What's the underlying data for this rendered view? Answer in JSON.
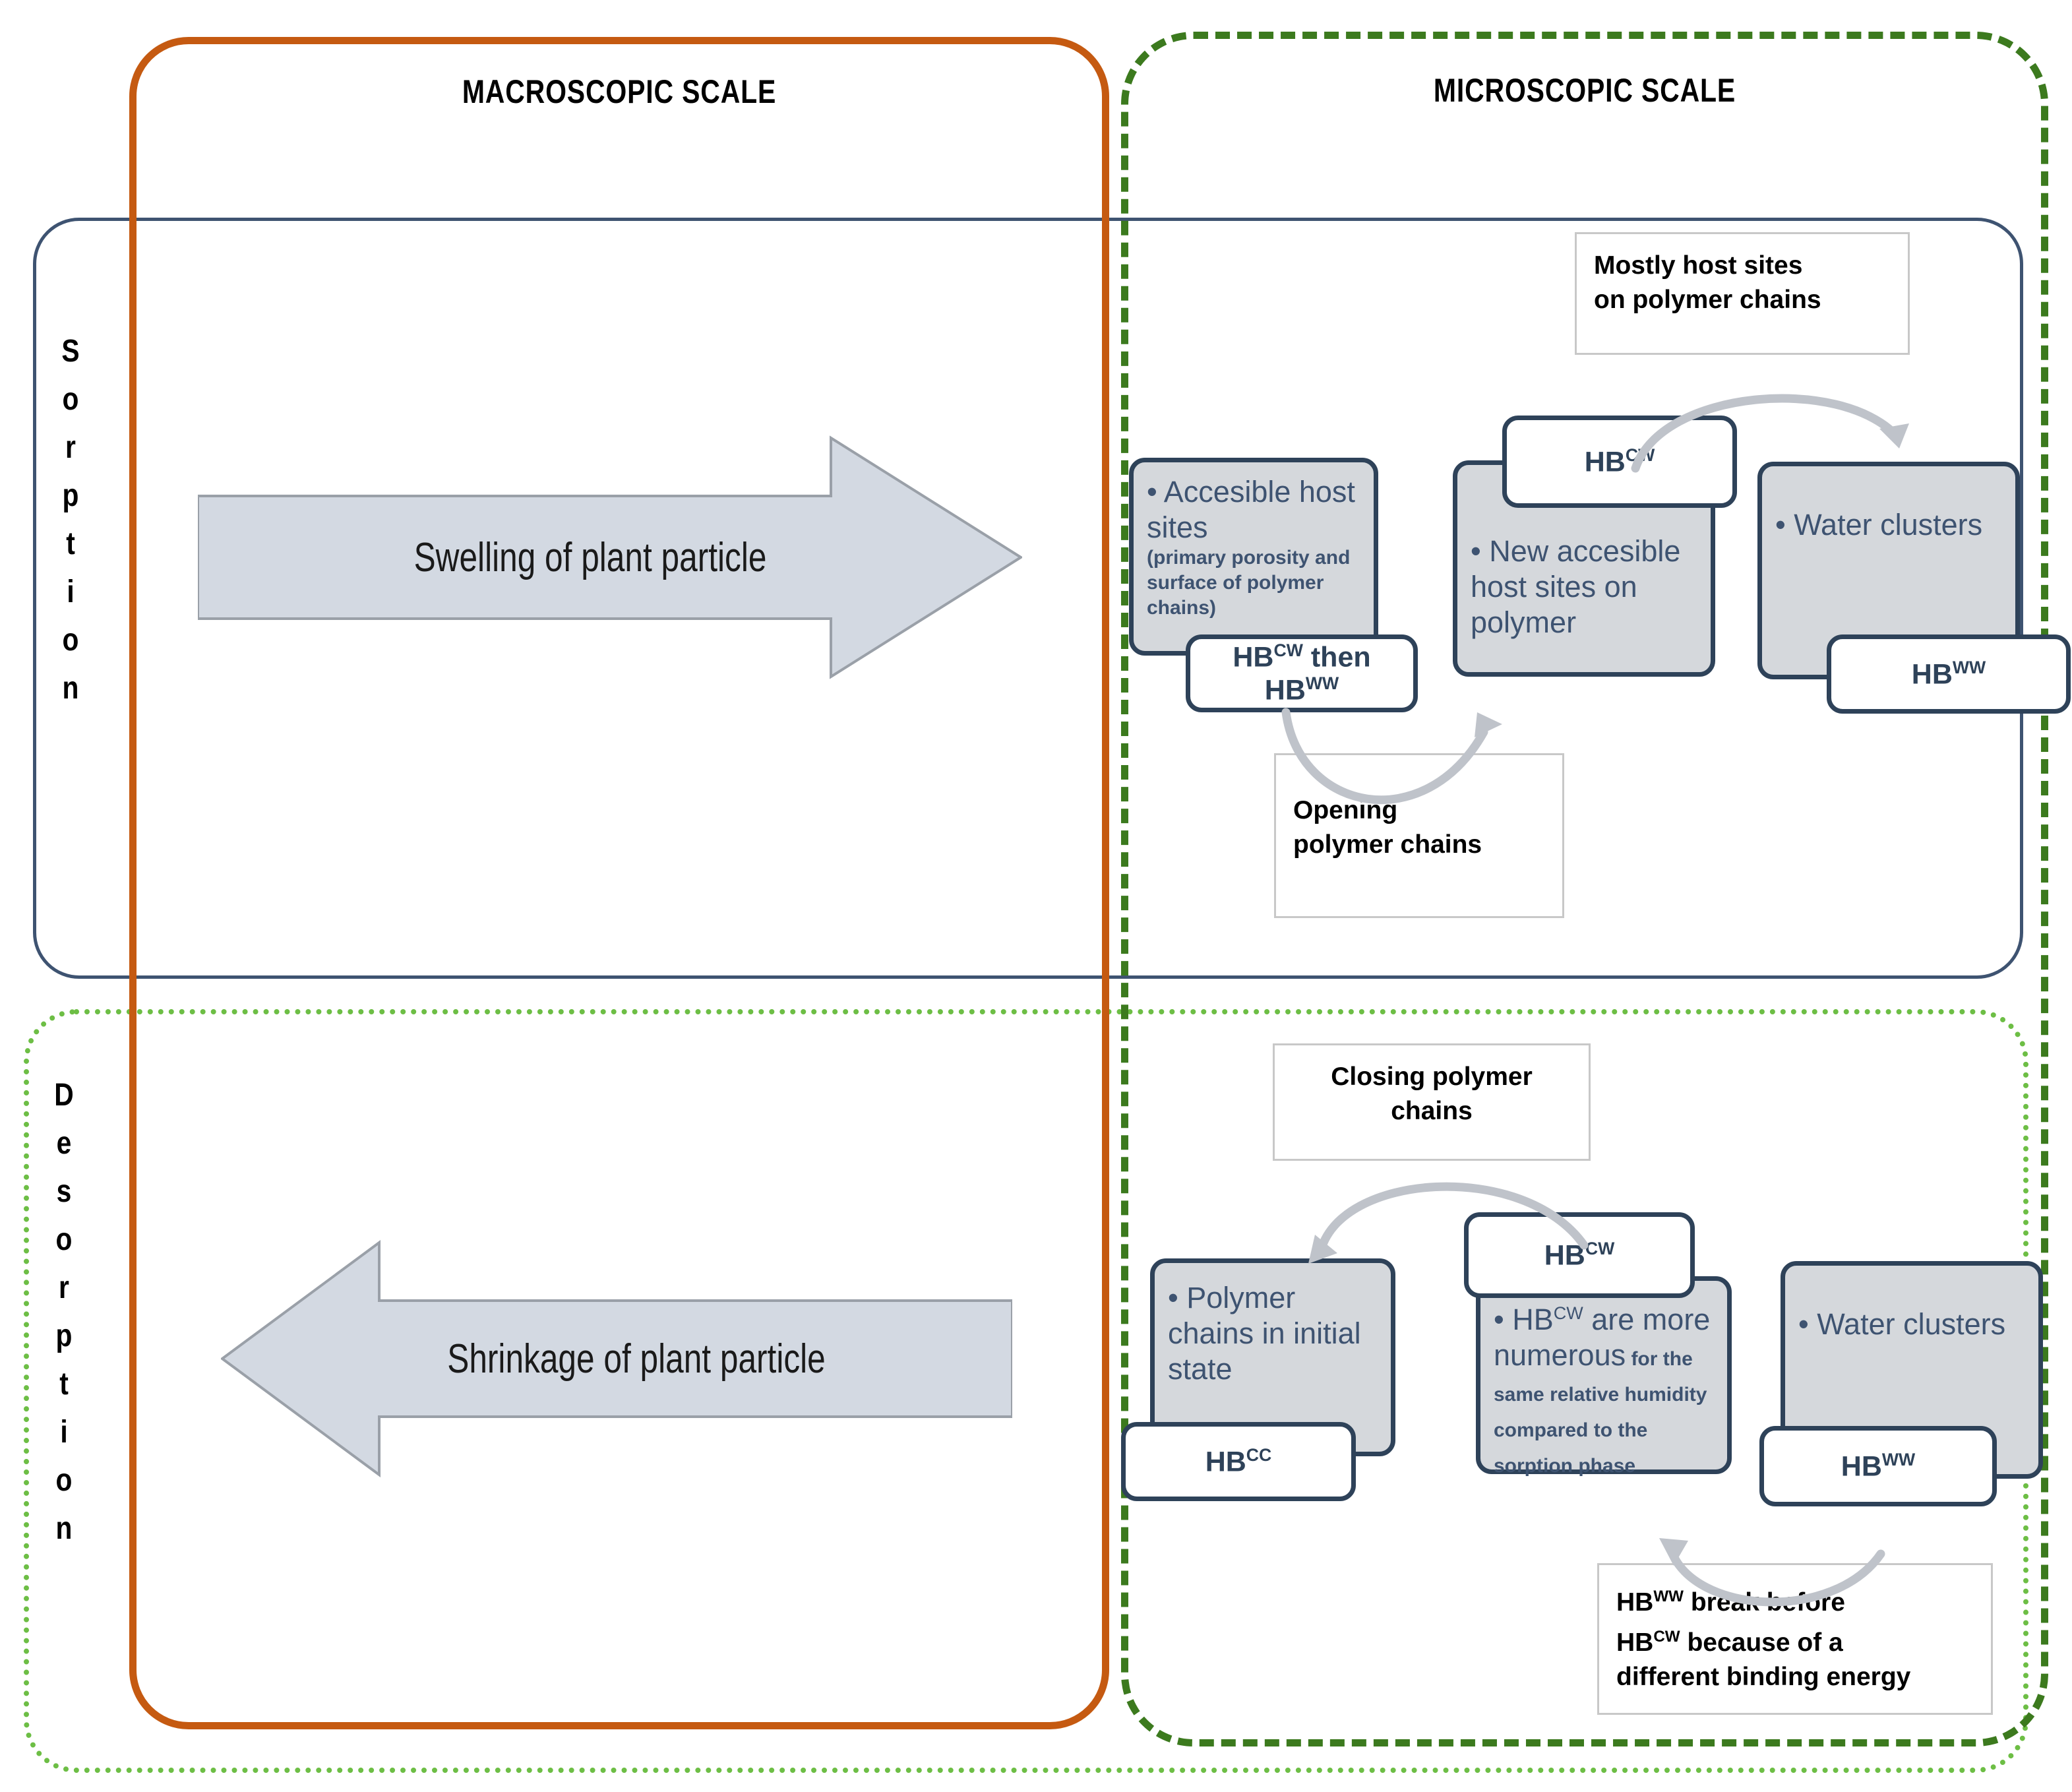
{
  "scales": {
    "macroscopic": "MACROSCOPIC SCALE",
    "microscopic": "MICROSCOPIC SCALE"
  },
  "rows": {
    "sorption": "Sorption",
    "desorption": "Desorption"
  },
  "macro": {
    "swelling_arrow_label": "Swelling of plant particle",
    "shrinkage_arrow_label": "Shrinkage of plant particle"
  },
  "sorption_micro": {
    "box1": {
      "bullet": "• Accesible host sites ",
      "main": "• Accesible host sites",
      "detail": "(primary porosity and surface of polymer chains)",
      "tag_line1": "HBCW then",
      "tag_line2": "HBWW",
      "tag_main1": "HB",
      "tag_sup1": "CW",
      "tag_mid": " then",
      "tag_main2": "HB",
      "tag_sup2": "WW"
    },
    "box2": {
      "main": "• New accesible host sites on polymer",
      "tag_main": "HB",
      "tag_sup": "CW"
    },
    "box3": {
      "main": "• Water clusters",
      "tag_main": "HB",
      "tag_sup": "WW"
    },
    "callout_top": {
      "line1": "Mostly host sites",
      "line2": "on polymer chains"
    },
    "callout_bottom": {
      "line1": "Opening",
      "line2": "polymer chains"
    }
  },
  "desorption_micro": {
    "callout_top": {
      "line1": "Closing polymer",
      "line2": "chains"
    },
    "box1": {
      "main": "• Polymer chains in initial state",
      "tag_main": "HB",
      "tag_sup": "CC"
    },
    "box2": {
      "main_pre": "• HB",
      "main_sup": "CW",
      "main_post": " are more numerous",
      "detail": " for the same relative humidity compared to the sorption phase",
      "tag_main": "HB",
      "tag_sup": "CW"
    },
    "box3": {
      "main": "• Water clusters",
      "tag_main": "HB",
      "tag_sup": "WW"
    },
    "callout_bottom": {
      "line1_pre": "HB",
      "line1_sup": "WW",
      "line1_post": " break before",
      "line2_pre": "HB",
      "line2_sup": "CW",
      "line2_post": " because of a",
      "line3": "different binding energy"
    }
  },
  "colors": {
    "macro_frame": "#C55A11",
    "micro_frame": "#3C7A1E",
    "sorption_panel": "#3E5371",
    "desorption_panel": "#6DBE45",
    "box_border": "#2E4259",
    "box_fill_grey": "#D5D8DC",
    "arrow_fill": "#D3D9E2",
    "connector": "#BFC3CA"
  }
}
